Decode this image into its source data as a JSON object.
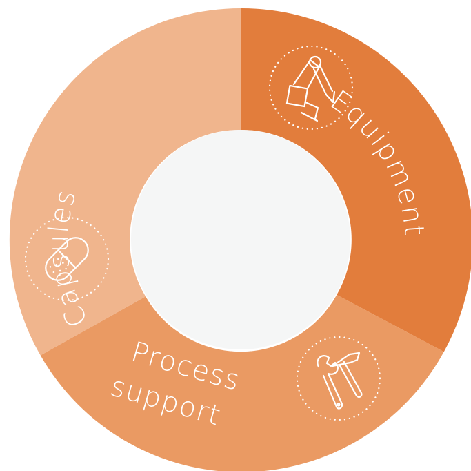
{
  "segments": [
    {
      "id": "equipment",
      "label": "Equipment",
      "icon": "robotic-arm-icon",
      "color": "#E27D3C"
    },
    {
      "id": "process-support",
      "label_lines": [
        "Process",
        "support"
      ],
      "icon": "tools-icon",
      "color": "#EA9A63"
    },
    {
      "id": "capsules",
      "label": "Capsules",
      "icon": "capsule-icon",
      "color": "#F0B58D"
    }
  ],
  "colors": {
    "center": "#F5F6F6",
    "text": "#FFFFFF",
    "background": "#FFFFFF"
  }
}
